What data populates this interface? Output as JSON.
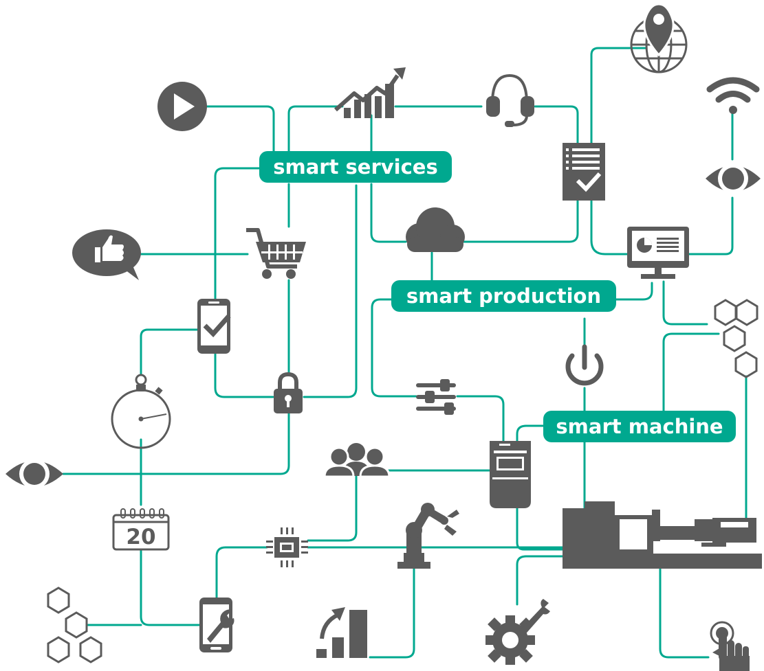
{
  "colors": {
    "teal": "#00a88f",
    "icon": "#5b5b5b",
    "background": "#ffffff"
  },
  "labels": {
    "smart_services": "smart services",
    "smart_production": "smart production",
    "smart_machine": "smart machine"
  },
  "calendar_day": "20",
  "icons": [
    "play-icon",
    "growth-chart-icon",
    "headset-icon",
    "location-globe-icon",
    "wifi-icon",
    "checklist-document-icon",
    "eye-icon",
    "cloud-icon",
    "monitor-chart-icon",
    "thumbs-up-bubble-icon",
    "shopping-cart-icon",
    "phone-check-icon",
    "hexagon-cluster-icon",
    "power-icon",
    "stopwatch-icon",
    "sliders-icon",
    "padlock-icon",
    "team-icon",
    "machine-controller-icon",
    "calendar-icon",
    "chip-icon",
    "robot-arm-icon",
    "injection-molding-machine-icon",
    "phone-wrench-icon",
    "growth-bars-icon",
    "gear-wrench-icon",
    "touch-hand-icon"
  ]
}
